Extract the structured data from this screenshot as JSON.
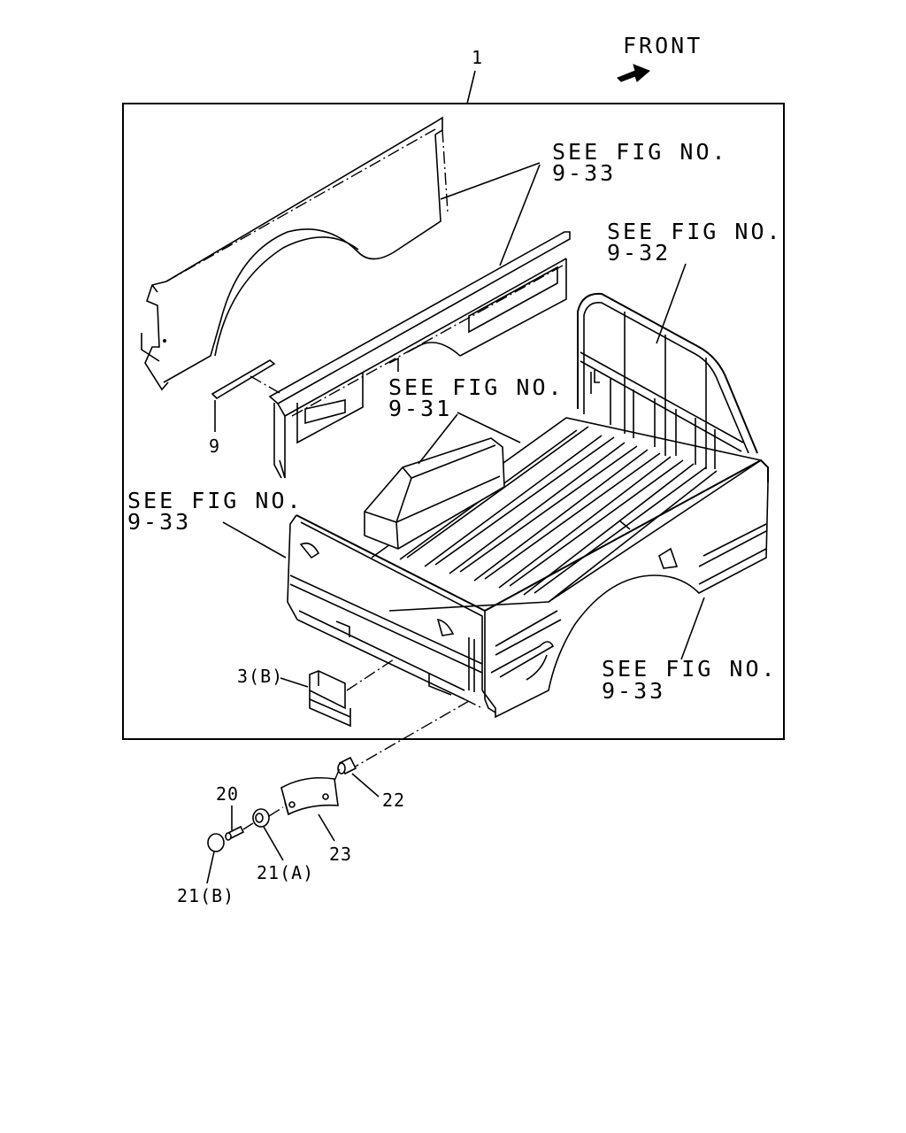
{
  "header": {
    "front_label": "FRONT",
    "assembly_callout": "1"
  },
  "references": {
    "ref_upper_right": {
      "line1": "SEE FIG NO.",
      "line2": "9-33"
    },
    "ref_headboard": {
      "line1": "SEE FIG NO.",
      "line2": "9-32"
    },
    "ref_center": {
      "line1": "SEE FIG NO.",
      "line2": "9-31"
    },
    "ref_left": {
      "line1": "SEE FIG NO.",
      "line2": "9-33"
    },
    "ref_lower_right": {
      "line1": "SEE FIG NO.",
      "line2": "9-33"
    }
  },
  "callouts": {
    "part_9": "9",
    "part_3b": "3(B)",
    "part_20": "20",
    "part_21a": "21(A)",
    "part_21b": "21(B)",
    "part_22": "22",
    "part_23": "23"
  },
  "icons": {
    "front_arrow": "front-arrow-icon"
  },
  "colors": {
    "line": "#000000",
    "background": "#ffffff"
  }
}
